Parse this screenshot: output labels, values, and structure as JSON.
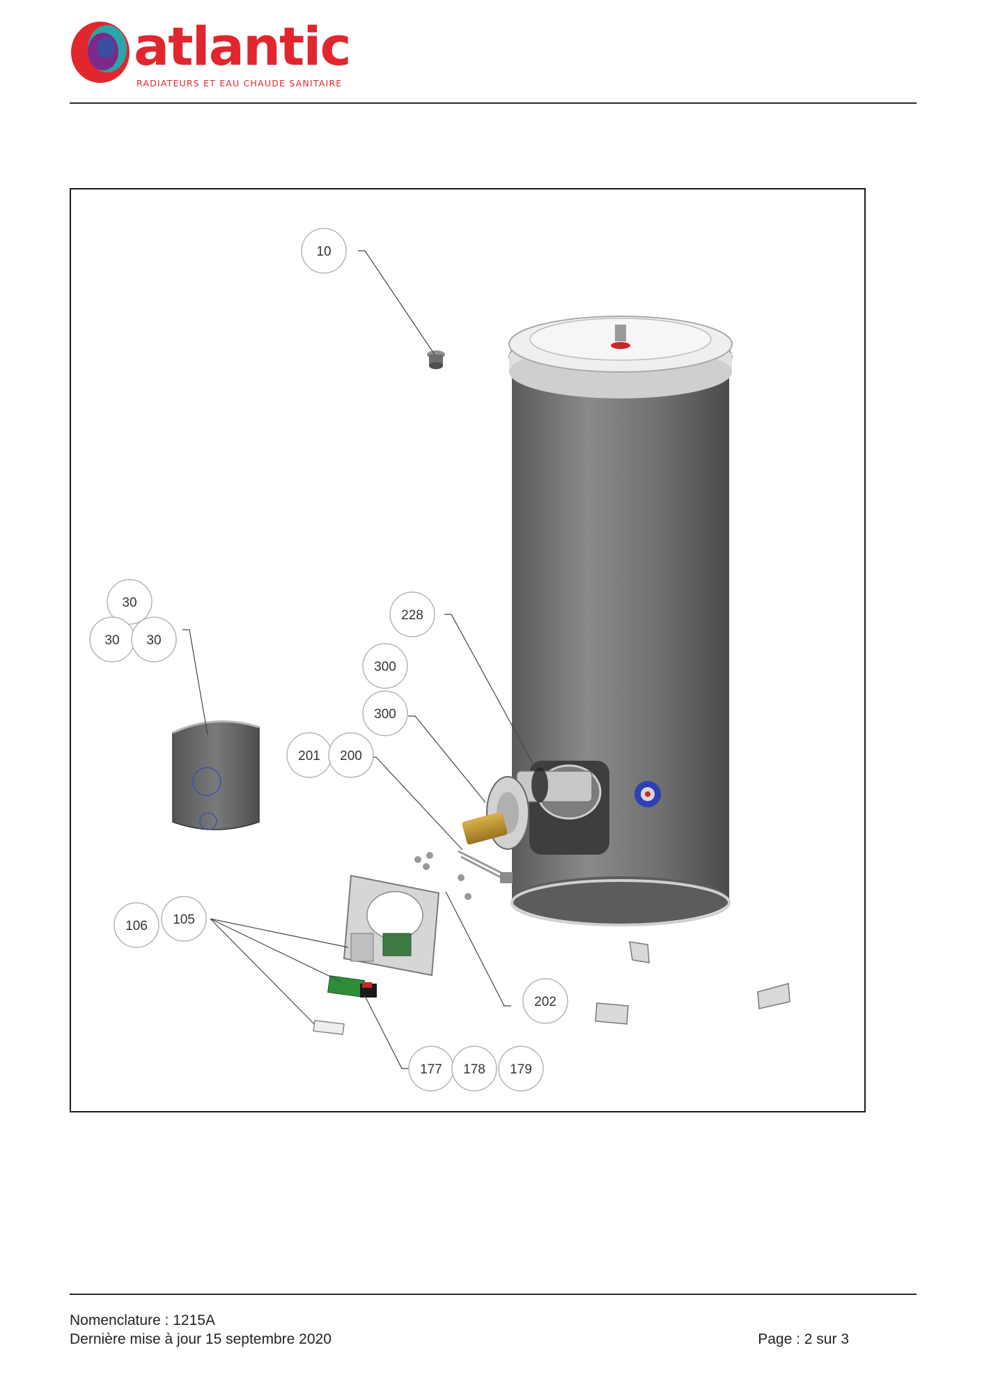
{
  "brand": {
    "name": "atlantic",
    "tagline": "RADIATEURS ET EAU CHAUDE SANITAIRE",
    "color": "#e1262d"
  },
  "diagram": {
    "callouts": [
      "10",
      "30",
      "30",
      "30",
      "228",
      "300",
      "300",
      "201",
      "200",
      "106",
      "105",
      "202",
      "177",
      "178",
      "179"
    ]
  },
  "footer": {
    "nomenclature": "Nomenclature : 1215A",
    "updated": "Dernière mise à jour 15 septembre 2020",
    "page": "Page : 2 sur 3"
  }
}
